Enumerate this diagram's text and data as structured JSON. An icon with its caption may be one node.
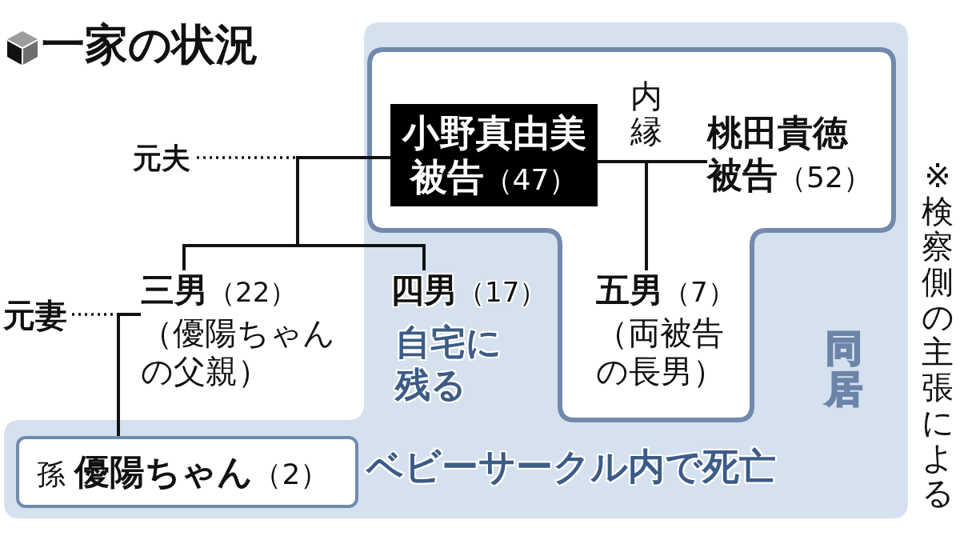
{
  "diagram": {
    "title": "一家の状況",
    "nodes": [
      {
        "text": [
          "元夫"
        ]
      },
      {
        "text": [
          "同居"
        ]
      },
      {
        "text": [],
        "shape": "box",
        "in": 1
      },
      {
        "text": [
          "**小野真由美被告**（47）"
        ],
        "in": 2
      },
      {
        "text": [
          "**桃田貴徳被告**（52）"
        ],
        "in": 2
      },
      {
        "text": [
          "元妻"
        ]
      },
      {
        "text": [
          "**三男**（22）",
          "（優陽ちゃんの父親）"
        ]
      },
      {
        "text": [
          "**四男**（17）"
        ],
        "in": 1,
        "beside": [
          "自宅に残る"
        ]
      },
      {
        "text": [
          "**五男**（7）",
          "（両被告の長男）"
        ],
        "in": 2
      },
      {
        "text": [
          "孫 **優陽ちゃん**（2）"
        ],
        "in": 1,
        "beside": [
          "ベビーサークル内で死亡"
        ]
      }
    ],
    "edges": [
      {
        "from": 0,
        "to": 3,
        "arrow": "none",
        "style": "dashed"
      },
      {
        "from": 3,
        "to": 4,
        "arrow": "none",
        "label": "内縁"
      },
      {
        "from": 3,
        "to": 6,
        "arrow": "none"
      },
      {
        "from": 3,
        "to": 7,
        "arrow": "none"
      },
      {
        "from": 3,
        "to": 8,
        "arrow": "none"
      },
      {
        "from": 5,
        "to": 6,
        "arrow": "none",
        "style": "dashed"
      },
      {
        "from": 6,
        "to": 9,
        "arrow": "none"
      }
    ],
    "labels": [
      "※検察側の主張による"
    ]
  }
}
